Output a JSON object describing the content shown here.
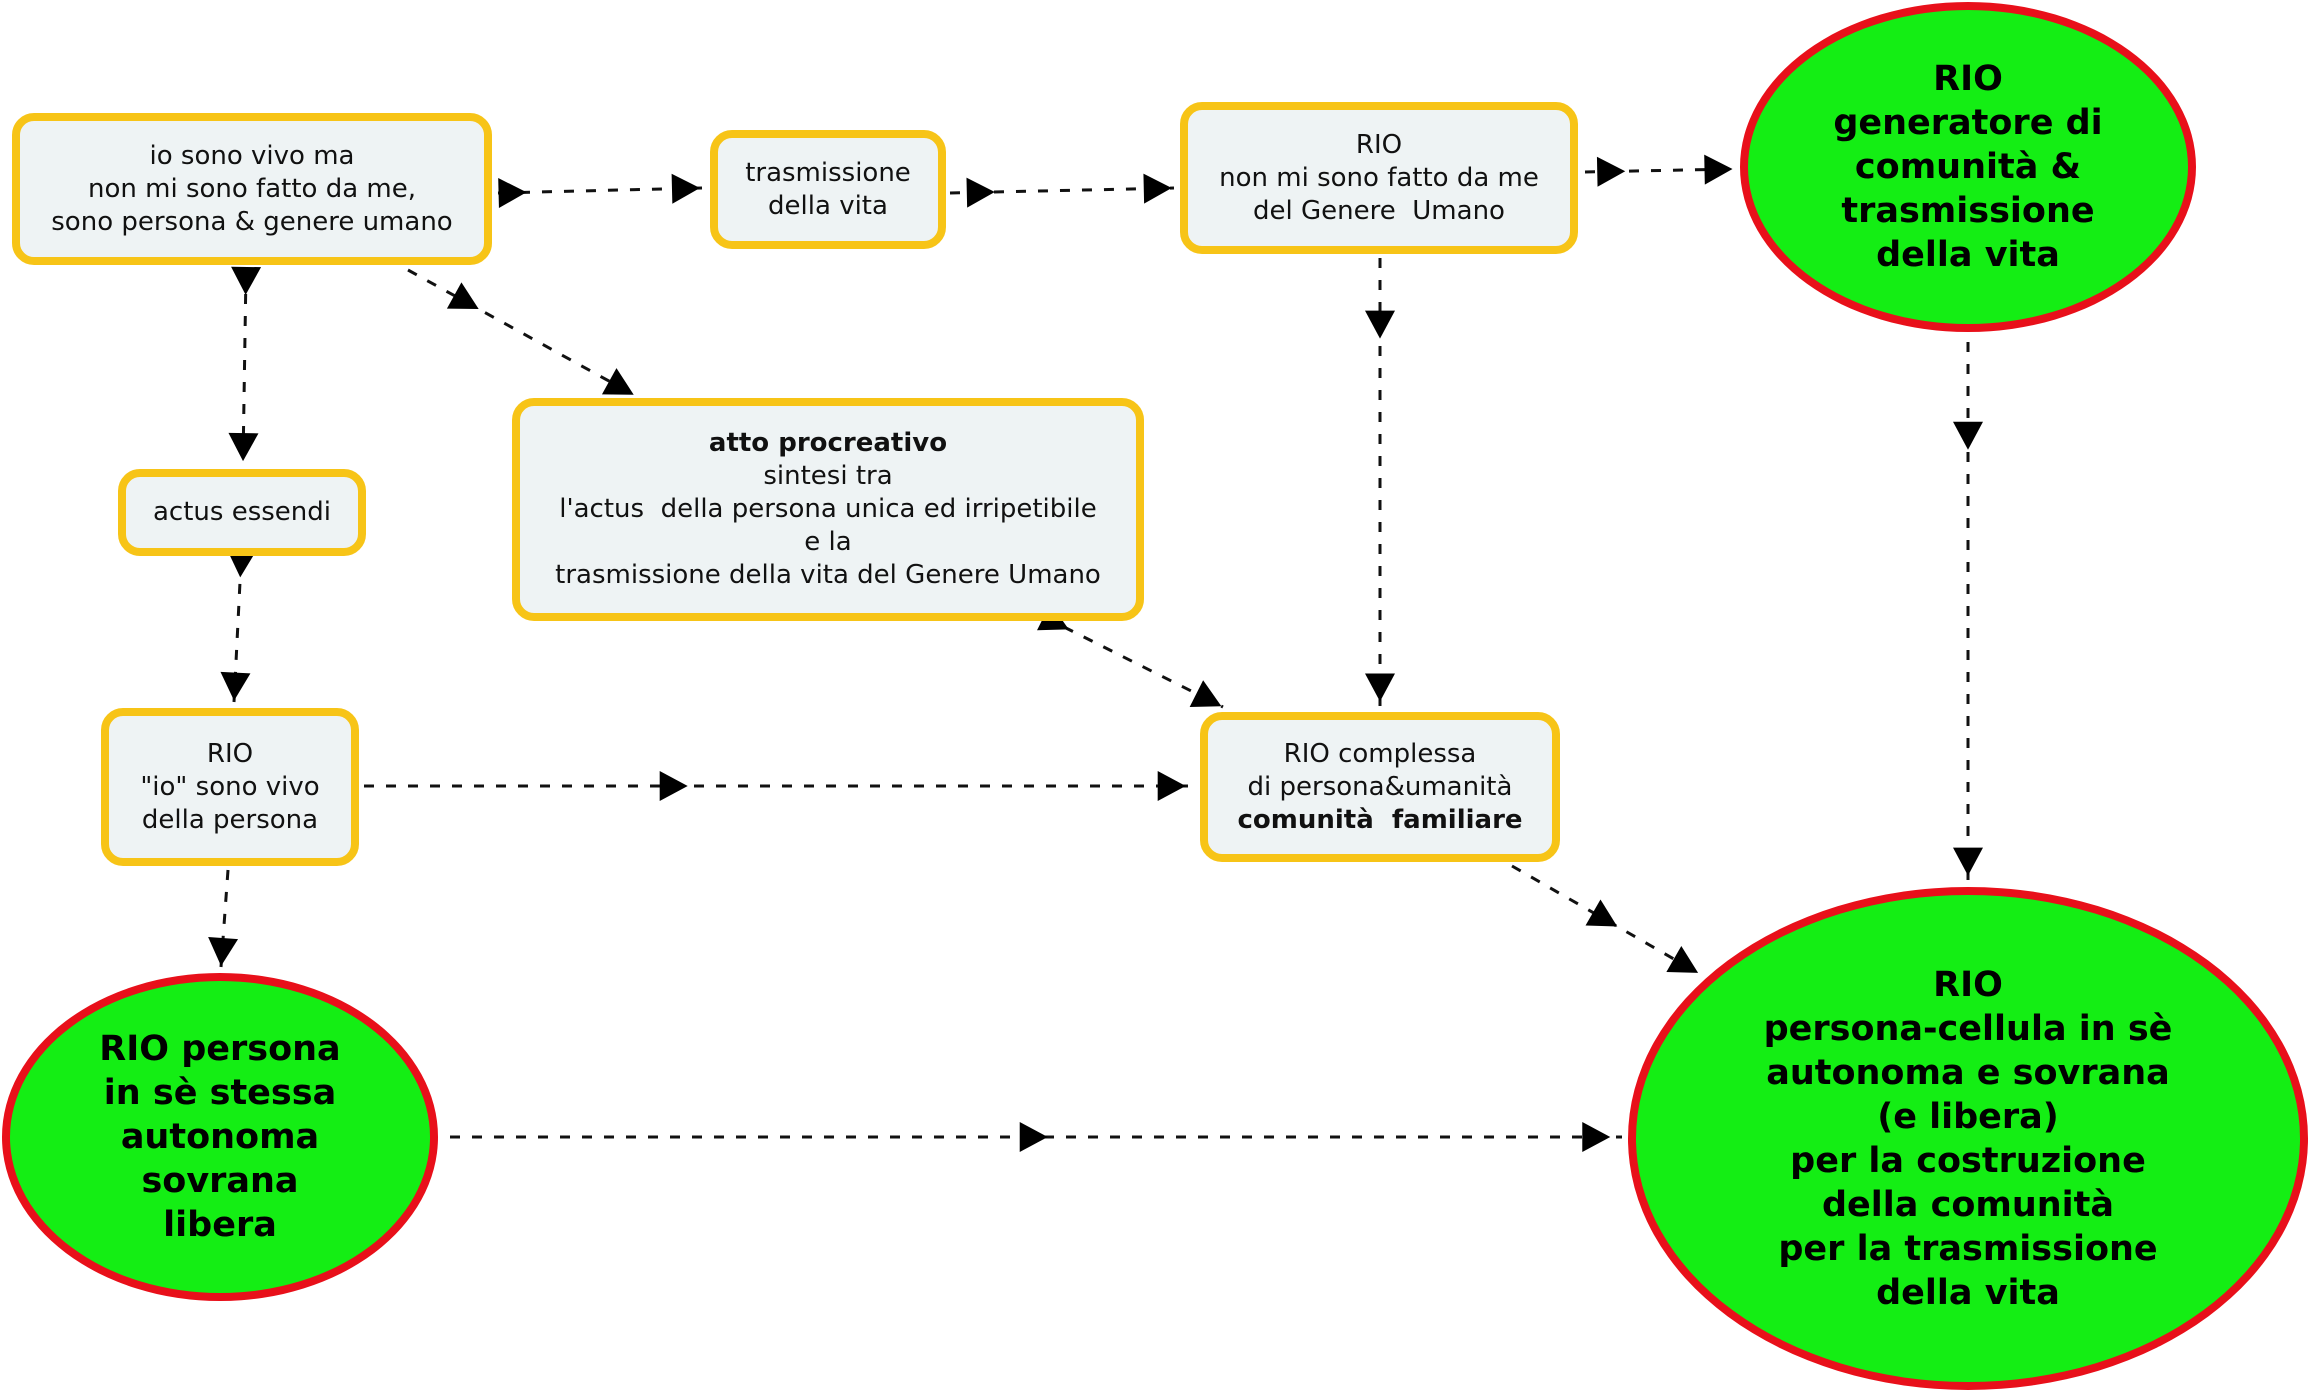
{
  "nodes": {
    "io_sono_vivo": {
      "lines": [
        "io sono vivo ma",
        "non mi sono fatto da me,",
        "sono persona & genere umano"
      ]
    },
    "trasmissione": {
      "lines": [
        "trasmissione",
        "della vita"
      ]
    },
    "rio_genere": {
      "lines": [
        "RIO",
        "non mi sono fatto da me",
        "del Genere  Umano"
      ]
    },
    "rio_generatore": {
      "lines": [
        "RIO",
        "generatore di",
        "comunità &",
        "trasmissione",
        "della vita"
      ]
    },
    "actus_essendi": {
      "lines": [
        "actus essendi"
      ]
    },
    "atto_procreativo": {
      "title": "atto procreativo",
      "lines": [
        "sintesi tra",
        "l'actus  della persona unica ed irripetibile",
        "e la",
        "trasmissione della vita del Genere Umano"
      ]
    },
    "rio_io": {
      "lines": [
        "RIO",
        "\"io\" sono vivo",
        "della persona"
      ]
    },
    "rio_complessa": {
      "lines": [
        "RIO complessa",
        "di persona&umanità"
      ],
      "bold_line": "comunità  familiare"
    },
    "rio_persona": {
      "lines": [
        "RIO persona",
        "in sè stessa",
        "autonoma",
        "sovrana",
        "libera"
      ]
    },
    "rio_cellula": {
      "lines": [
        "RIO",
        "persona-cellula in sè",
        "autonoma e sovrana",
        "(e libera)",
        "per la costruzione",
        "della comunità",
        "per la trasmissione",
        "della vita"
      ]
    }
  },
  "colors": {
    "box_fill": "#eef3f4",
    "box_border": "#f7c417",
    "oval_fill": "#14ee14",
    "oval_border": "#e8101a",
    "edge": "#111111"
  }
}
